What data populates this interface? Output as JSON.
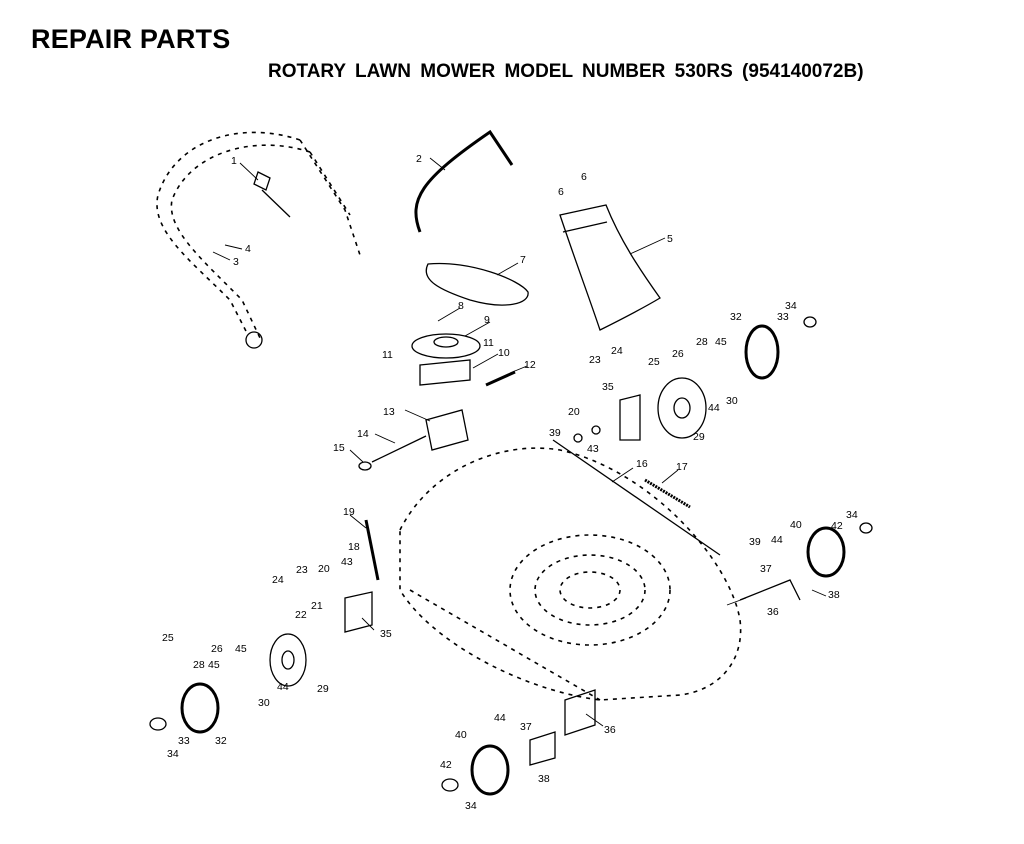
{
  "header": {
    "title": "REPAIR PARTS",
    "model_line": "ROTARY  LAWN  MOWER  MODEL  NUMBER  530RS    (954140072B)"
  },
  "callouts": [
    {
      "id": "c1",
      "label": "1"
    },
    {
      "id": "c2",
      "label": "2"
    },
    {
      "id": "c3",
      "label": "3"
    },
    {
      "id": "c4",
      "label": "4"
    },
    {
      "id": "c5",
      "label": "5"
    },
    {
      "id": "c6a",
      "label": "6"
    },
    {
      "id": "c6b",
      "label": "6"
    },
    {
      "id": "c7",
      "label": "7"
    },
    {
      "id": "c8",
      "label": "8"
    },
    {
      "id": "c9",
      "label": "9"
    },
    {
      "id": "c10",
      "label": "10"
    },
    {
      "id": "c11a",
      "label": "11"
    },
    {
      "id": "c11b",
      "label": "11"
    },
    {
      "id": "c12",
      "label": "12"
    },
    {
      "id": "c13",
      "label": "13"
    },
    {
      "id": "c14",
      "label": "14"
    },
    {
      "id": "c15",
      "label": "15"
    },
    {
      "id": "c16",
      "label": "16"
    },
    {
      "id": "c17",
      "label": "17"
    },
    {
      "id": "c18",
      "label": "18"
    },
    {
      "id": "c19",
      "label": "19"
    },
    {
      "id": "c20a",
      "label": "20"
    },
    {
      "id": "c20b",
      "label": "20"
    },
    {
      "id": "c21",
      "label": "21"
    },
    {
      "id": "c22",
      "label": "22"
    },
    {
      "id": "c23a",
      "label": "23"
    },
    {
      "id": "c23b",
      "label": "23"
    },
    {
      "id": "c24a",
      "label": "24"
    },
    {
      "id": "c24b",
      "label": "24"
    },
    {
      "id": "c25a",
      "label": "25"
    },
    {
      "id": "c25b",
      "label": "25"
    },
    {
      "id": "c26a",
      "label": "26"
    },
    {
      "id": "c26b",
      "label": "26"
    },
    {
      "id": "c28a",
      "label": "28"
    },
    {
      "id": "c28b",
      "label": "28"
    },
    {
      "id": "c29a",
      "label": "29"
    },
    {
      "id": "c29b",
      "label": "29"
    },
    {
      "id": "c30a",
      "label": "30"
    },
    {
      "id": "c30b",
      "label": "30"
    },
    {
      "id": "c32a",
      "label": "32"
    },
    {
      "id": "c32b",
      "label": "32"
    },
    {
      "id": "c33a",
      "label": "33"
    },
    {
      "id": "c33b",
      "label": "33"
    },
    {
      "id": "c34a",
      "label": "34"
    },
    {
      "id": "c34b",
      "label": "34"
    },
    {
      "id": "c34c",
      "label": "34"
    },
    {
      "id": "c34d",
      "label": "34"
    },
    {
      "id": "c35a",
      "label": "35"
    },
    {
      "id": "c35b",
      "label": "35"
    },
    {
      "id": "c36a",
      "label": "36"
    },
    {
      "id": "c36b",
      "label": "36"
    },
    {
      "id": "c37a",
      "label": "37"
    },
    {
      "id": "c37b",
      "label": "37"
    },
    {
      "id": "c38a",
      "label": "38"
    },
    {
      "id": "c38b",
      "label": "38"
    },
    {
      "id": "c39a",
      "label": "39"
    },
    {
      "id": "c39b",
      "label": "39"
    },
    {
      "id": "c40a",
      "label": "40"
    },
    {
      "id": "c40b",
      "label": "40"
    },
    {
      "id": "c42a",
      "label": "42"
    },
    {
      "id": "c42b",
      "label": "42"
    },
    {
      "id": "c43a",
      "label": "43"
    },
    {
      "id": "c43b",
      "label": "43"
    },
    {
      "id": "c44a",
      "label": "44"
    },
    {
      "id": "c44b",
      "label": "44"
    },
    {
      "id": "c44c",
      "label": "44"
    },
    {
      "id": "c44d",
      "label": "44"
    },
    {
      "id": "c45a",
      "label": "45"
    },
    {
      "id": "c45b",
      "label": "45"
    },
    {
      "id": "c45c",
      "label": "45"
    }
  ]
}
